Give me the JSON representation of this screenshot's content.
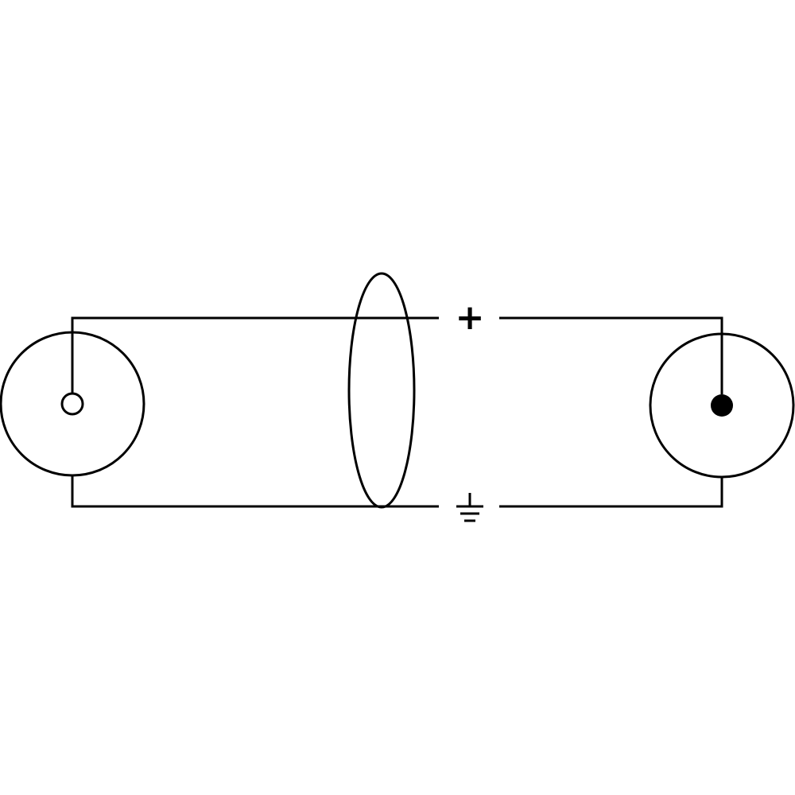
{
  "diagram": {
    "type": "cable-wiring-schematic",
    "labels": {
      "signal": "+"
    },
    "symbols": {
      "ground": "ground-icon",
      "shield": "shield-icon"
    },
    "connectors": {
      "left": {
        "pin_fill": "hollow"
      },
      "right": {
        "pin_fill": "solid"
      }
    },
    "colors": {
      "line": "#000000",
      "background": "#ffffff"
    }
  }
}
